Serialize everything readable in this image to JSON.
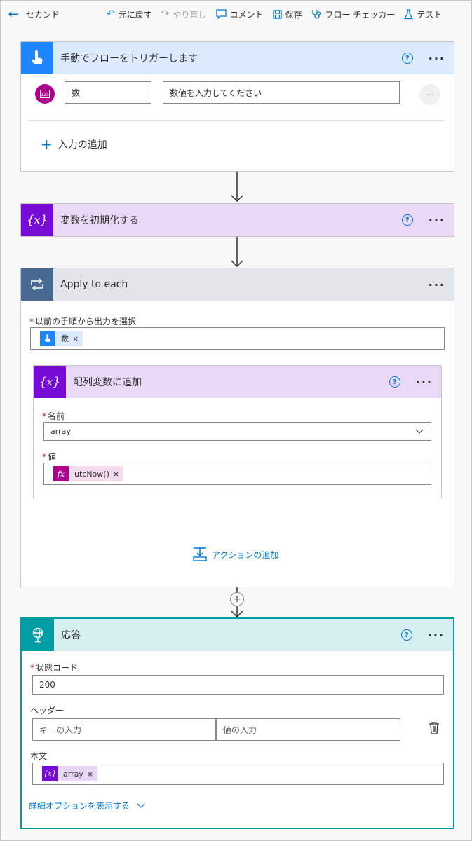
{
  "toolbar": {
    "flow_name": "セカンド",
    "undo": "元に戻す",
    "redo": "やり直し",
    "comment": "コメント",
    "save": "保存",
    "flow_checker": "フロー チェッカー",
    "test": "テスト"
  },
  "trigger": {
    "title": "手動でフローをトリガーします",
    "input_name": "数",
    "input_placeholder": "数値を入力してください",
    "add_input": "入力の追加"
  },
  "init_var": {
    "title": "変数を初期化する"
  },
  "apply": {
    "title": "Apply to each",
    "select_label": "以前の手順から出力を選択",
    "token": "数",
    "add_action": "アクションの追加",
    "append": {
      "title": "配列変数に追加",
      "name_label": "名前",
      "name_value": "array",
      "value_label": "値",
      "value_token": "utcNow()"
    }
  },
  "response": {
    "title": "応答",
    "status_label": "状態コード",
    "status_value": "200",
    "headers_label": "ヘッダー",
    "key_placeholder": "キーの入力",
    "value_placeholder": "値の入力",
    "body_label": "本文",
    "body_token": "array",
    "advanced": "詳細オプションを表示する"
  },
  "colors": {
    "trigger": "#1f85ff",
    "variable": "#770bd6",
    "loop": "#486991",
    "expression": "#ad008c",
    "response": "#009da5",
    "accent": "#0078d4"
  }
}
